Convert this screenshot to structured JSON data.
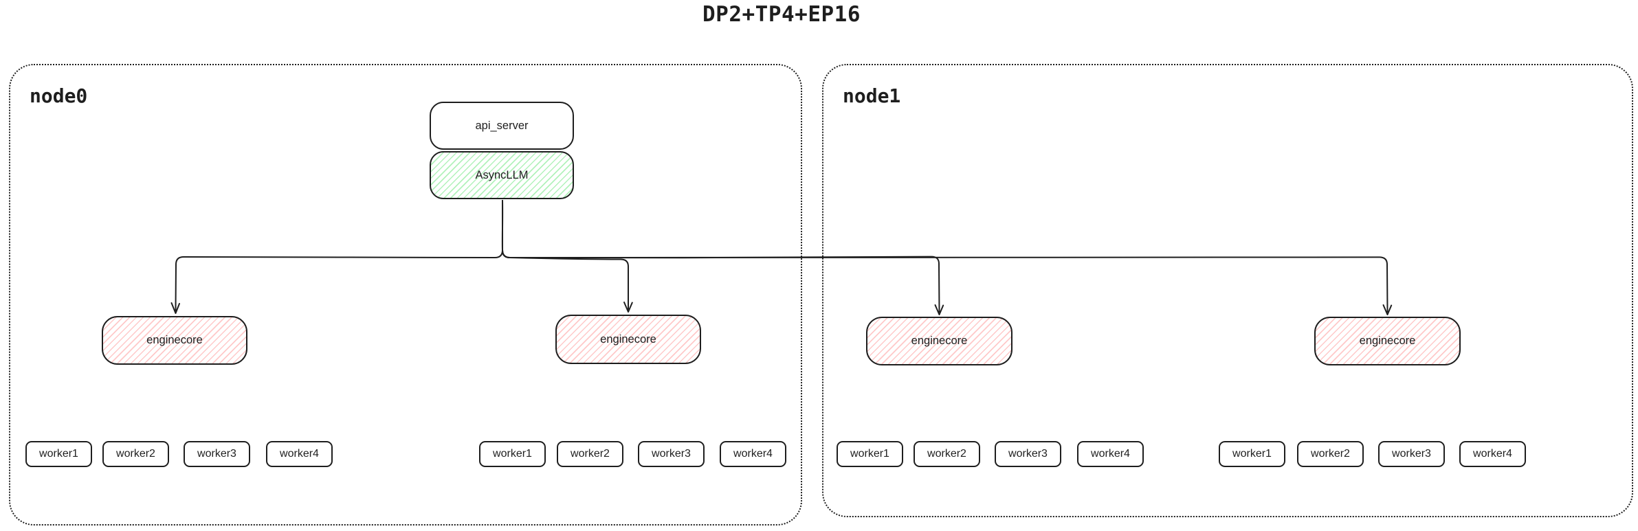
{
  "title": "DP2+TP4+EP16",
  "colors": {
    "stroke": "#1e1e1e",
    "green_hatch": "#b2f2bb",
    "red_hatch": "#ffc9c9",
    "background": "#ffffff"
  },
  "nodes": [
    {
      "label": "node0"
    },
    {
      "label": "node1"
    }
  ],
  "boxes": {
    "api_server": "api_server",
    "async_llm": "AsyncLLM"
  },
  "enginecores": [
    "enginecore",
    "enginecore",
    "enginecore",
    "enginecore"
  ],
  "worker_groups": [
    [
      "worker1",
      "worker2",
      "worker3",
      "worker4"
    ],
    [
      "worker1",
      "worker2",
      "worker3",
      "worker4"
    ],
    [
      "worker1",
      "worker2",
      "worker3",
      "worker4"
    ],
    [
      "worker1",
      "worker2",
      "worker3",
      "worker4"
    ]
  ]
}
